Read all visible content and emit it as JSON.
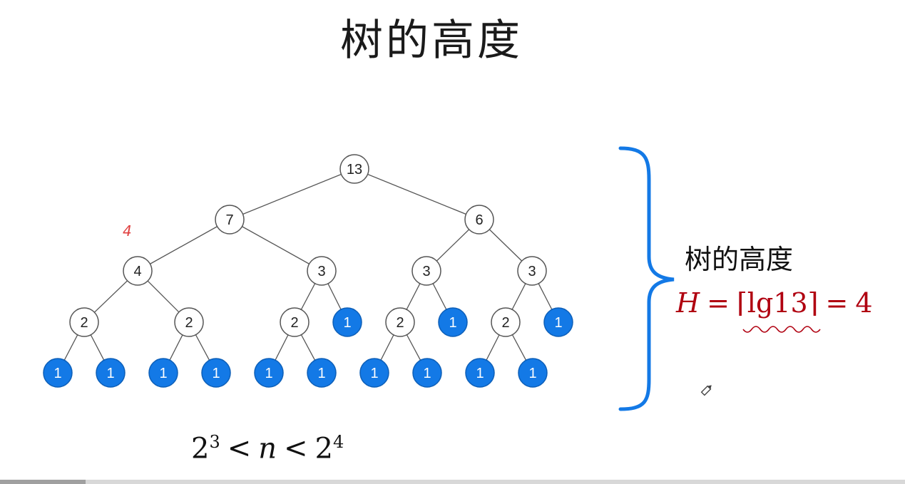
{
  "title": "树的高度",
  "annotation": "4",
  "height_label": "树的高度",
  "formula": {
    "var": "H",
    "eq1": "=",
    "body": "⌈lg13⌉",
    "eq2": "=",
    "result": "4"
  },
  "inequality": {
    "base1": "2",
    "exp1": "3",
    "lt1": "<",
    "var": "n",
    "lt2": "<",
    "base2": "2",
    "exp2": "4"
  },
  "colors": {
    "leaf_fill": "#1379e6",
    "node_fill": "#ffffff",
    "edge": "#555555",
    "brace": "#1379e6",
    "formula": "#b00010",
    "annotation": "#e04040"
  },
  "tree": {
    "nodes": [
      {
        "id": "n13",
        "label": "13",
        "leaf": false
      },
      {
        "id": "n7",
        "label": "7",
        "leaf": false
      },
      {
        "id": "n6",
        "label": "6",
        "leaf": false
      },
      {
        "id": "n4",
        "label": "4",
        "leaf": false
      },
      {
        "id": "n3a",
        "label": "3",
        "leaf": false
      },
      {
        "id": "n3b",
        "label": "3",
        "leaf": false
      },
      {
        "id": "n3c",
        "label": "3",
        "leaf": false
      },
      {
        "id": "n2a",
        "label": "2",
        "leaf": false
      },
      {
        "id": "n2b",
        "label": "2",
        "leaf": false
      },
      {
        "id": "n2c",
        "label": "2",
        "leaf": false
      },
      {
        "id": "n1a",
        "label": "1",
        "leaf": true
      },
      {
        "id": "n2d",
        "label": "2",
        "leaf": false
      },
      {
        "id": "n1b",
        "label": "1",
        "leaf": true
      },
      {
        "id": "n2e",
        "label": "2",
        "leaf": false
      },
      {
        "id": "n1c",
        "label": "1",
        "leaf": true
      },
      {
        "id": "l1",
        "label": "1",
        "leaf": true
      },
      {
        "id": "l2",
        "label": "1",
        "leaf": true
      },
      {
        "id": "l3",
        "label": "1",
        "leaf": true
      },
      {
        "id": "l4",
        "label": "1",
        "leaf": true
      },
      {
        "id": "l5",
        "label": "1",
        "leaf": true
      },
      {
        "id": "l6",
        "label": "1",
        "leaf": true
      },
      {
        "id": "l7",
        "label": "1",
        "leaf": true
      },
      {
        "id": "l8",
        "label": "1",
        "leaf": true
      },
      {
        "id": "l9",
        "label": "1",
        "leaf": true
      },
      {
        "id": "l10",
        "label": "1",
        "leaf": true
      }
    ],
    "edges": [
      [
        "n13",
        "n7"
      ],
      [
        "n13",
        "n6"
      ],
      [
        "n7",
        "n4"
      ],
      [
        "n7",
        "n3a"
      ],
      [
        "n6",
        "n3b"
      ],
      [
        "n6",
        "n3c"
      ],
      [
        "n4",
        "n2a"
      ],
      [
        "n4",
        "n2b"
      ],
      [
        "n3a",
        "n2c"
      ],
      [
        "n3a",
        "n1a"
      ],
      [
        "n3b",
        "n2d"
      ],
      [
        "n3b",
        "n1b"
      ],
      [
        "n3c",
        "n2e"
      ],
      [
        "n3c",
        "n1c"
      ],
      [
        "n2a",
        "l1"
      ],
      [
        "n2a",
        "l2"
      ],
      [
        "n2b",
        "l3"
      ],
      [
        "n2b",
        "l4"
      ],
      [
        "n2c",
        "l5"
      ],
      [
        "n2c",
        "l6"
      ],
      [
        "n2d",
        "l7"
      ],
      [
        "n2d",
        "l8"
      ],
      [
        "n2e",
        "l9"
      ],
      [
        "n2e",
        "l10"
      ]
    ]
  }
}
